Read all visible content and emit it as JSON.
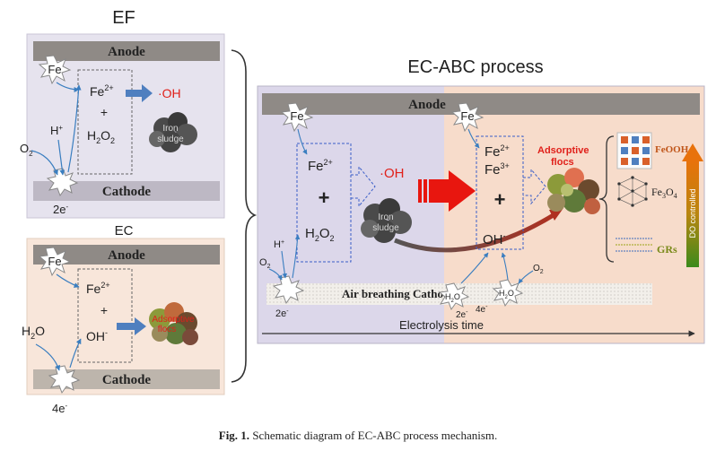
{
  "ef": {
    "title": "EF",
    "anode": "Anode",
    "cathode": "Cathode",
    "fe": "Fe",
    "fe2": "Fe",
    "fe2_sup": "2+",
    "plus": "+",
    "h2o2": "H",
    "h2o2_sub1": "2",
    "h2o2_o": "O",
    "h2o2_sub2": "2",
    "oh": "·OH",
    "sludge_line1": "Iron",
    "sludge_line2": "sludge",
    "hplus": "H",
    "hplus_sup": "+",
    "o2": "O",
    "o2_sub": "2",
    "electrons": "2e",
    "electrons_sup": "-"
  },
  "ec": {
    "title": "EC",
    "anode": "Anode",
    "cathode": "Cathode",
    "fe": "Fe",
    "fe2": "Fe",
    "fe2_sup": "2+",
    "plus": "+",
    "oh": "OH",
    "oh_sup": "-",
    "flocs_line1": "Adsorptive",
    "flocs_line2": "flocs",
    "h2o": "H",
    "h2o_sub": "2",
    "h2o_o": "O",
    "electrons": "4e",
    "electrons_sup": "-"
  },
  "abc": {
    "title": "EC-ABC process",
    "anode": "Anode",
    "cathode": "Air breathing Cathode",
    "fe_left": "Fe",
    "fe_right": "Fe",
    "fe2": "Fe",
    "fe2_sup": "2+",
    "plus": "+",
    "h2o2": "H",
    "h2o2_sub1": "2",
    "h2o2_o": "O",
    "h2o2_sub2": "2",
    "oh_radical": "·OH",
    "sludge_line1": "Iron",
    "sludge_line2": "sludge",
    "hplus": "H",
    "hplus_sup": "+",
    "o2_left": "O",
    "o2_left_sub": "2",
    "electrons_left": "2e",
    "electrons_left_sup": "-",
    "fe2_right": "Fe",
    "fe2_right_sup": "2+",
    "fe3_right": "Fe",
    "fe3_right_sup": "3+",
    "oh_minus": "OH",
    "oh_minus_sup": "-",
    "flocs_line1": "Adsorptive",
    "flocs_line2": "flocs",
    "h2o_a": "H",
    "h2o_a_sub": "2",
    "h2o_a_o": "O",
    "h2o_b": "H",
    "h2o_b_sub": "2",
    "h2o_b_o": "O",
    "o2_right": "O",
    "o2_right_sub": "2",
    "electrons_2e": "2e",
    "electrons_2e_sup": "-",
    "electrons_4e": "4e",
    "electrons_4e_sup": "-",
    "feooh": "FeOOH",
    "fe3o4": "Fe",
    "fe3o4_sub1": "3",
    "fe3o4_o": "O",
    "fe3o4_sub2": "4",
    "grs": "GRs",
    "do_controlled": "DO controlled",
    "electrolysis_time": "Electrolysis time"
  },
  "caption": {
    "label": "Fig. 1.",
    "text": "Schematic diagram of EC-ABC process mechanism."
  },
  "colors": {
    "ef_panel": "#e6e3ee",
    "ec_panel": "#f8e6da",
    "electrode": "#8f8a86",
    "abc_left": "#dcd7ea",
    "abc_right": "#f7dccb",
    "dashed_blue": "#3a5ec8",
    "red_arrow": "#e8160f",
    "orange": "#e8720c",
    "green": "#3b8a1c"
  }
}
